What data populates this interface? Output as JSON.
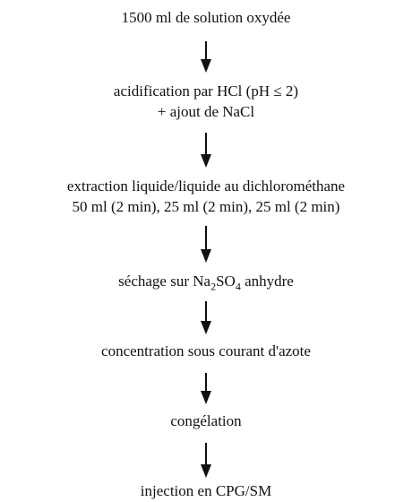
{
  "steps": [
    {
      "lines": [
        "1500 ml de solution oxydée"
      ]
    },
    {
      "lines": [
        "acidification par HCl (pH ≤ 2)",
        "+ ajout de NaCl"
      ]
    },
    {
      "lines": [
        "extraction liquide/liquide au dichlorométhane",
        "50 ml (2 min), 25 ml (2 min), 25 ml (2 min)"
      ]
    },
    {
      "lines": [
        "séchage sur Na",
        "2",
        "SO",
        "4",
        " anhydre"
      ]
    },
    {
      "lines": [
        "concentration sous courant d'azote"
      ]
    },
    {
      "lines": [
        "congélation"
      ]
    },
    {
      "lines": [
        "injection en CPG/SM"
      ]
    }
  ],
  "colors": {
    "text": "#111111",
    "arrow": "#111111",
    "background": "#ffffff"
  },
  "icons": {
    "arrow": "arrow-down-icon"
  }
}
